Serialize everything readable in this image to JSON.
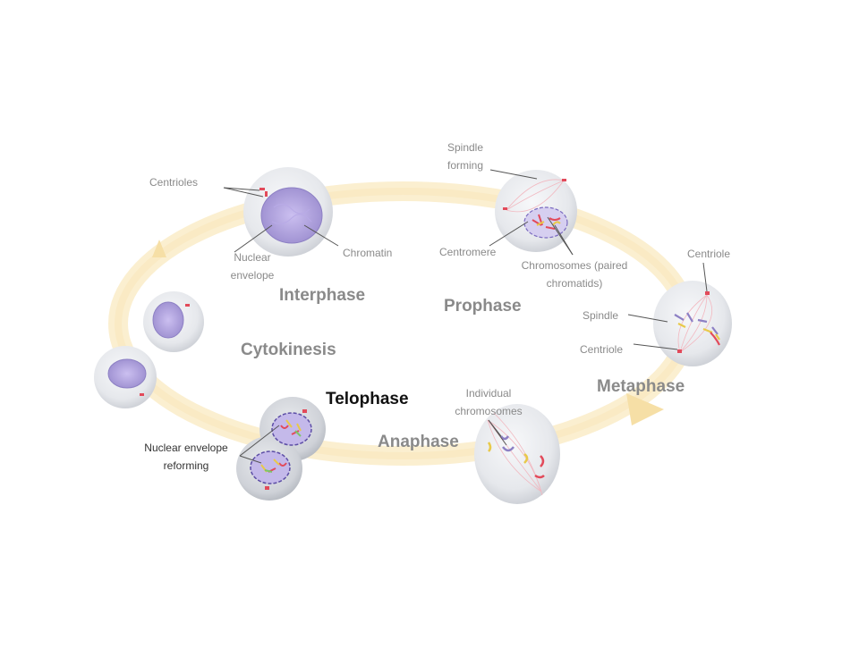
{
  "phases": {
    "interphase": "Interphase",
    "prophase": "Prophase",
    "metaphase": "Metaphase",
    "anaphase": "Anaphase",
    "telophase": "Telophase",
    "cytokinesis": "Cytokinesis"
  },
  "active_phase": "telophase",
  "labels": {
    "centrioles": "Centrioles",
    "nuclear_envelope": [
      "Nuclear",
      "envelope"
    ],
    "chromatin": "Chromatin",
    "spindle_forming": [
      "Spindle",
      "forming"
    ],
    "centromere": "Centromere",
    "chromosomes_paired": [
      "Chromosomes (paired",
      "chromatids)"
    ],
    "centriole_top": "Centriole",
    "spindle": "Spindle",
    "centriole_bottom": "Centriole",
    "individual_chromosomes": [
      "Individual",
      "chromosomes"
    ],
    "nuclear_envelope_reforming": [
      "Nuclear envelope",
      "reforming"
    ]
  },
  "colors": {
    "cycle_ring": "#fbecc6",
    "arrow_head": "#f7e3b0",
    "cell_fill": "#eceef2",
    "nucleus": "#a99bd4",
    "centriole": "#e24a5a",
    "spindle_fiber": "#f2b8c0",
    "active_label": "#111111",
    "label_grey": "#8a8a8a"
  }
}
